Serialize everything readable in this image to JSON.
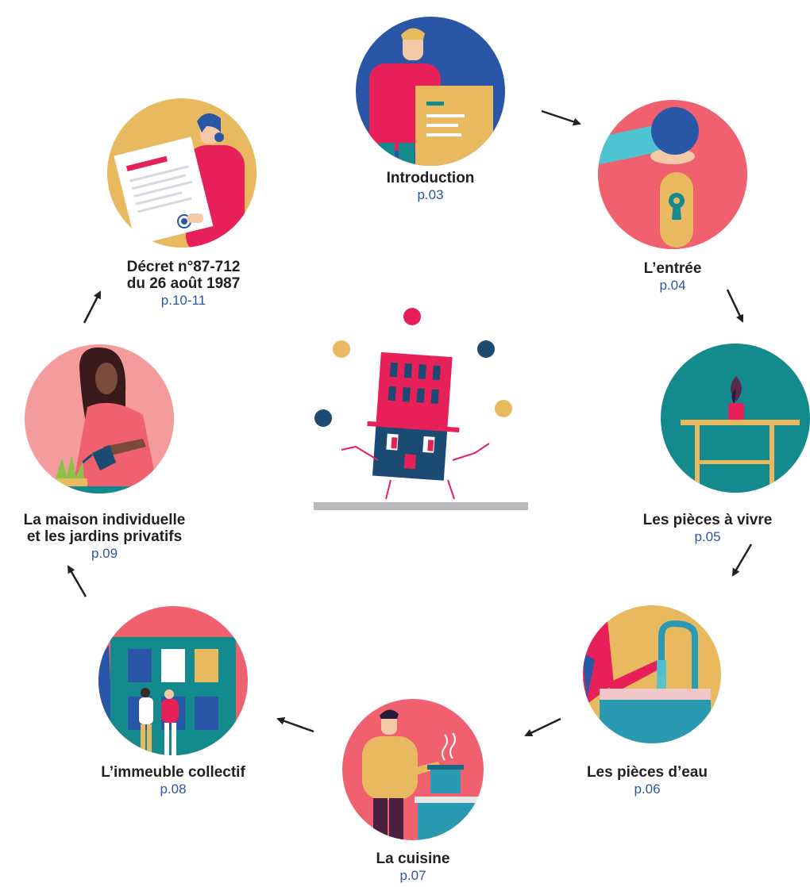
{
  "colors": {
    "blue": "#2a56a7",
    "pink": "#e8205a",
    "coral": "#f0606e",
    "yellow": "#e9b95f",
    "teal": "#138a8e",
    "navy": "#1b4a72",
    "text": "#231f20"
  },
  "sections": [
    {
      "id": "introduction",
      "title": "Introduction",
      "page": "p.03"
    },
    {
      "id": "entree",
      "title": "L’entrée",
      "page": "p.04"
    },
    {
      "id": "pieces-vivre",
      "title": "Les pièces à vivre",
      "page": "p.05"
    },
    {
      "id": "pieces-eau",
      "title": "Les pièces d’eau",
      "page": "p.06"
    },
    {
      "id": "cuisine",
      "title": "La cuisine",
      "page": "p.07"
    },
    {
      "id": "immeuble",
      "title": "L’immeuble collectif",
      "page": "p.08"
    },
    {
      "id": "maison",
      "title": "La maison individuelle\net les jardins privatifs",
      "page": "p.09"
    },
    {
      "id": "decret",
      "title": "Décret n°87-712\ndu 26 août 1987",
      "page": "p.10-11"
    }
  ]
}
